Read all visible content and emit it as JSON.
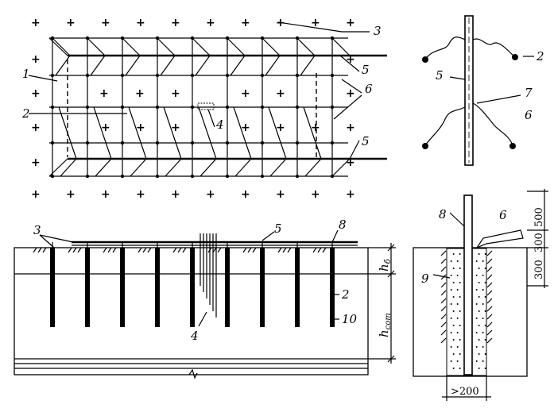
{
  "plan_labels": {
    "l1": "1",
    "l2": "2",
    "l3": "3",
    "l4": "4",
    "l5a": "5",
    "l5b": "5",
    "l6": "6"
  },
  "detail_labels": {
    "l2": "2",
    "l5": "5",
    "l6": "6",
    "l7": "7"
  },
  "section_labels": {
    "l3": "3",
    "l5": "5",
    "l8": "8",
    "l2": "2",
    "l10": "10",
    "l4": "4",
    "h_b_main": "h",
    "h_b_sub": "б",
    "h_com_main": "h",
    "h_com_sub": "com"
  },
  "pile_labels": {
    "l8": "8",
    "l6": "6",
    "l9": "9",
    "d300": "300",
    "d300b": "300",
    "d500": "500",
    "d200": ">200"
  },
  "icons": {
    "plus": "+"
  }
}
